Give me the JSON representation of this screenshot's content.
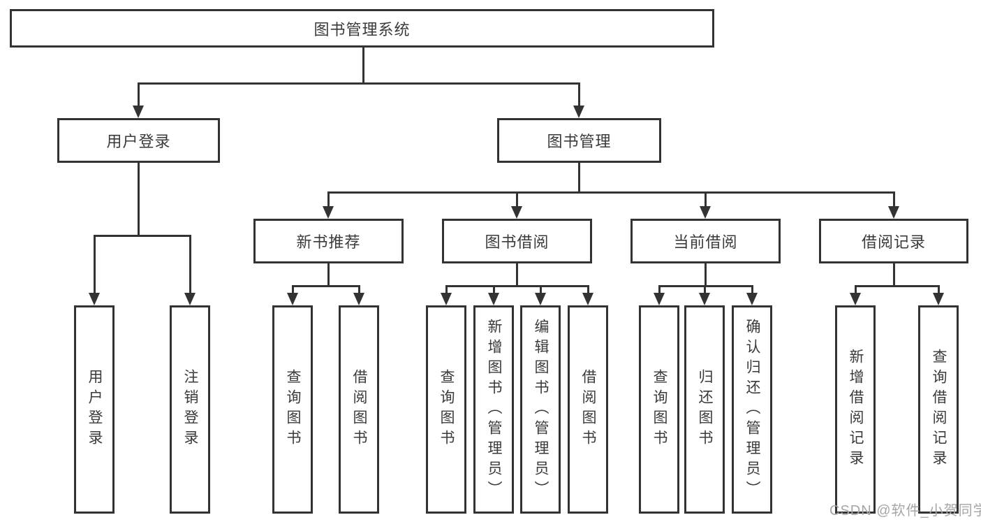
{
  "nodes": {
    "root": "图书管理系统",
    "user_login": "用户登录",
    "book_mgmt": "图书管理",
    "new_book_rec": "新书推荐",
    "book_borrow": "图书借阅",
    "current_borrow": "当前借阅",
    "borrow_records": "借阅记录",
    "leaf_user_login": "用户登录",
    "leaf_logout": "注销登录",
    "leaf_rec_query_book": "查询图书",
    "leaf_rec_borrow_book": "借阅图书",
    "leaf_bb_query_book": "查询图书",
    "leaf_bb_add_book": "新增图书（管理员）",
    "leaf_bb_edit_book": "编辑图书（管理员）",
    "leaf_bb_borrow_book": "借阅图书",
    "leaf_cb_query_book": "查询图书",
    "leaf_cb_return_book": "归还图书",
    "leaf_cb_confirm_return": "确认归还（管理员）",
    "leaf_br_add_record": "新增借阅记录",
    "leaf_br_query_record": "查询借阅记录"
  },
  "watermark": "CSDN @软件_小贺同学",
  "colors": {
    "line": "#333333",
    "box_background": "#ffffff",
    "text": "#3a3a3a",
    "watermark": "#a6a6a6"
  }
}
